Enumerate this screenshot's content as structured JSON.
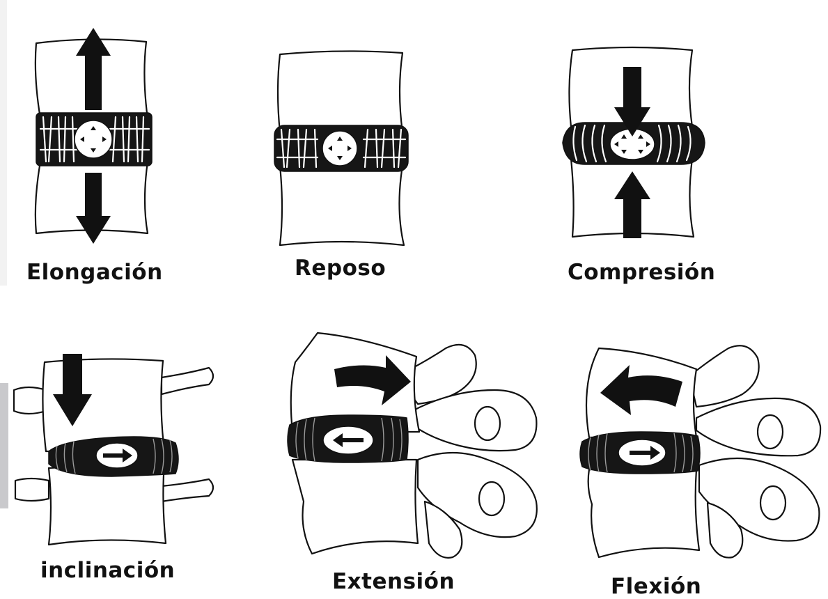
{
  "panels": [
    {
      "id": "elongacion",
      "label": "Elongación"
    },
    {
      "id": "reposo",
      "label": "Reposo"
    },
    {
      "id": "compresion",
      "label": "Compresión"
    },
    {
      "id": "inclinacion",
      "label": "inclinación"
    },
    {
      "id": "extension",
      "label": "Extensión"
    },
    {
      "id": "flexion",
      "label": "Flexión"
    }
  ],
  "colors": {
    "ink": "#111111",
    "background": "#ffffff",
    "shade": "#9a9a9a"
  }
}
